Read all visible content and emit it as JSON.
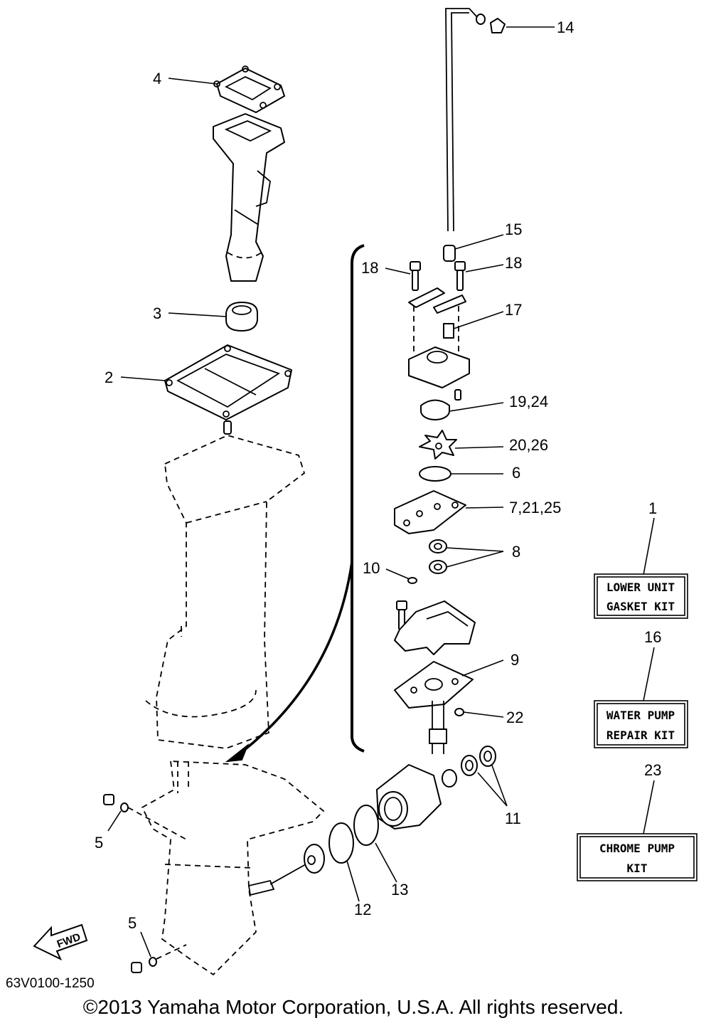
{
  "callouts": {
    "c1": "1",
    "c2": "2",
    "c3": "3",
    "c4": "4",
    "c5a": "5",
    "c5b": "5",
    "c6": "6",
    "c7": "7,21,25",
    "c8": "8",
    "c9": "9",
    "c10": "10",
    "c11": "11",
    "c12": "12",
    "c13": "13",
    "c14": "14",
    "c15": "15",
    "c16": "16",
    "c17": "17",
    "c18a": "18",
    "c18b": "18",
    "c19": "19,24",
    "c20": "20,26",
    "c22": "22",
    "c23": "23"
  },
  "kits": {
    "lower_unit": {
      "line1": "LOWER UNIT",
      "line2": "GASKET KIT"
    },
    "water_pump": {
      "line1": "WATER PUMP",
      "line2": "REPAIR KIT"
    },
    "chrome_pump": {
      "line1": "CHROME PUMP",
      "line2": "KIT"
    }
  },
  "fwd_label": "FWD",
  "diagram_code": "63V0100-1250",
  "copyright": "©2013 Yamaha Motor Corporation, U.S.A. All rights reserved."
}
